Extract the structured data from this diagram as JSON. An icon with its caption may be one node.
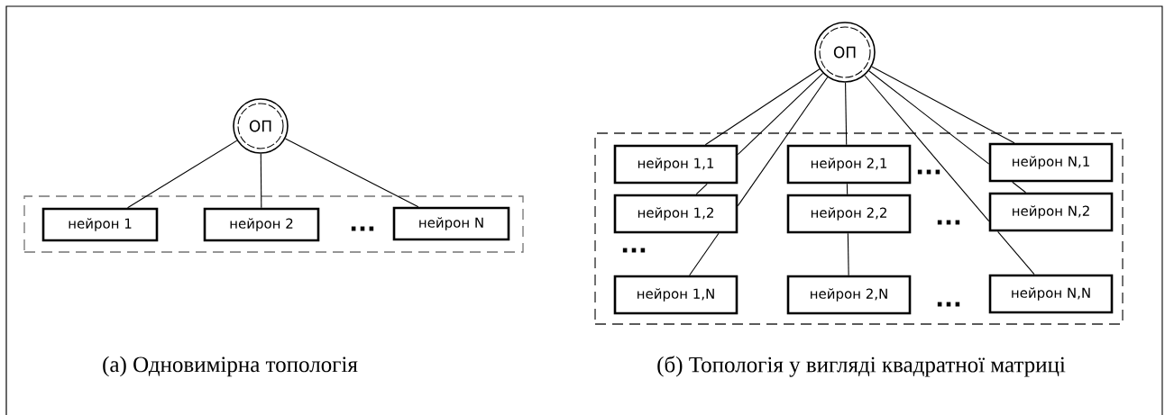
{
  "diagram": {
    "nodes": [
      {
        "text": [
          "ОП"
        ]
      },
      {
        "text": [],
        "shape": "box"
      },
      {
        "text": [
          "нейрон 1"
        ],
        "in": 1
      },
      {
        "text": [
          "нейрон 2"
        ],
        "in": 1
      },
      {
        "text": [
          "нейрон N"
        ],
        "in": 1
      },
      {
        "text": [
          "ОП"
        ]
      },
      {
        "text": [],
        "shape": "box"
      },
      {
        "text": [
          "нейрон 1,1"
        ],
        "in": 6
      },
      {
        "text": [
          "нейрон 2,1"
        ],
        "in": 6
      },
      {
        "text": [
          "нейрон N,1"
        ],
        "in": 6
      },
      {
        "text": [
          "нейрон 1,2"
        ],
        "in": 6
      },
      {
        "text": [
          "нейрон 2,2"
        ],
        "in": 6
      },
      {
        "text": [
          "нейрон N,2"
        ],
        "in": 6
      },
      {
        "text": [
          "нейрон 1,N"
        ],
        "in": 6
      },
      {
        "text": [
          "нейрон 2,N"
        ],
        "in": 6
      },
      {
        "text": [
          "нейрон N,N"
        ],
        "in": 6
      }
    ],
    "edges": [
      {
        "from": 0,
        "to": 2,
        "arrow": "none"
      },
      {
        "from": 0,
        "to": 3,
        "arrow": "none"
      },
      {
        "from": 0,
        "to": 4,
        "arrow": "none"
      },
      {
        "from": 5,
        "to": 7,
        "arrow": "none"
      },
      {
        "from": 5,
        "to": 7,
        "arrow": "none"
      },
      {
        "from": 5,
        "to": 10,
        "arrow": "none"
      },
      {
        "from": 5,
        "to": 8,
        "arrow": "none"
      },
      {
        "from": 5,
        "to": 9,
        "arrow": "none"
      },
      {
        "from": 5,
        "to": 9,
        "arrow": "none"
      },
      {
        "from": 5,
        "to": 12,
        "arrow": "none"
      },
      {
        "from": 7,
        "to": 10,
        "arrow": "none"
      },
      {
        "from": 10,
        "to": 13,
        "arrow": "none"
      },
      {
        "from": 8,
        "to": 11,
        "arrow": "none"
      },
      {
        "from": 11,
        "to": 14,
        "arrow": "none"
      },
      {
        "from": 9,
        "to": 12,
        "arrow": "none"
      },
      {
        "from": 12,
        "to": 15,
        "arrow": "none"
      }
    ],
    "labels": [
      "...",
      "...",
      "...",
      "...",
      "...",
      "(а) Одновимірна топологія",
      "(б) Топологія у вигляді квадратної матриці"
    ]
  }
}
